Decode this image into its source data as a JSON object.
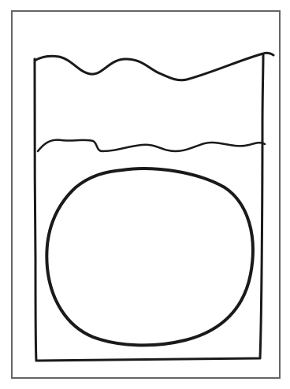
{
  "diagram": {
    "elements": [
      "outer-frame",
      "beaker",
      "upper-liquid-surface",
      "lower-liquid-surface",
      "submerged-round-object"
    ],
    "colors": {
      "background": "#ffffff",
      "frame_stroke": "#666666",
      "line": "#1a1a1a"
    }
  }
}
